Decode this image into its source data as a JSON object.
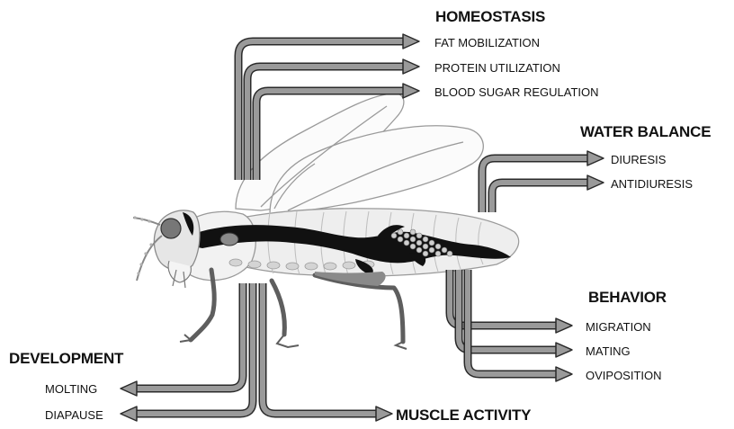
{
  "groups": {
    "homeostasis": {
      "heading": "HOMEOSTASIS",
      "items": [
        "FAT MOBILIZATION",
        "PROTEIN UTILIZATION",
        "BLOOD SUGAR REGULATION"
      ]
    },
    "water_balance": {
      "heading": "WATER BALANCE",
      "items": [
        "DIURESIS",
        "ANTIDIURESIS"
      ]
    },
    "behavior": {
      "heading": "BEHAVIOR",
      "items": [
        "MIGRATION",
        "MATING",
        "OVIPOSITION"
      ]
    },
    "development": {
      "heading": "DEVELOPMENT",
      "items": [
        "MOLTING",
        "DIAPAUSE"
      ]
    },
    "muscle": {
      "heading": "MUSCLE ACTIVITY"
    }
  },
  "colors": {
    "arrow_fill": "#9a9a9a",
    "arrow_outline": "#2a2a2a",
    "wing_outline": "#9a9a9a",
    "body_fill": "#eeeeee",
    "gut": "#111111",
    "legs": "#5e5e5e",
    "eye": "#777777"
  },
  "image": {
    "subject": "insect-anatomy-illustration",
    "icons": [
      "wing",
      "eye",
      "gut",
      "leg",
      "antenna",
      "egg-cluster"
    ]
  }
}
